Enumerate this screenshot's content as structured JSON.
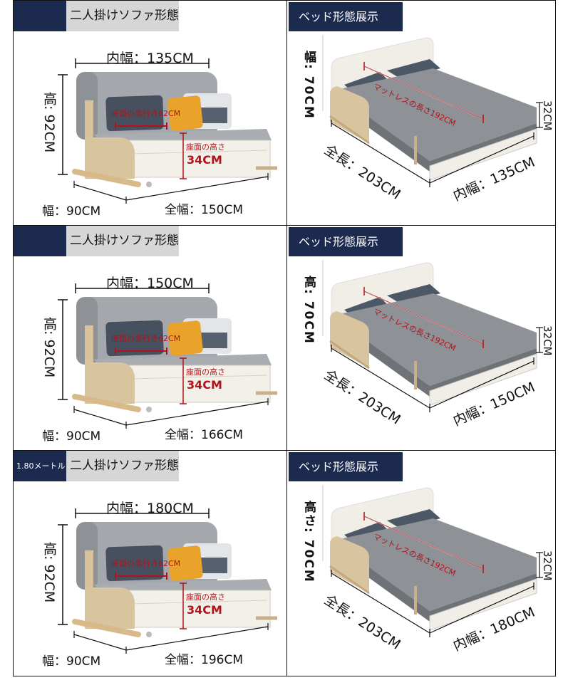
{
  "rows": [
    {
      "sofa": {
        "tag": "",
        "title": "二人掛けソファ形態",
        "inner_width": "内幅：135CM",
        "height": "高: 92CM",
        "seat_depth": "座面の奥行き62CM",
        "seat_height_label": "座面の高さ",
        "seat_height": "34CM",
        "depth": "幅：90CM",
        "total_width": "全幅：150CM"
      },
      "bed": {
        "title": "ベッド形態展示",
        "side_label": "幅: 70CM",
        "mattress": "マットレスの長さ192CM",
        "bed_height": "32CM",
        "length": "全長：203CM",
        "inner_width": "内幅：135CM"
      }
    },
    {
      "sofa": {
        "tag": "",
        "title": "二人掛けソファ形態",
        "inner_width": "内幅：150CM",
        "height": "高: 92CM",
        "seat_depth": "座面の奥行き62CM",
        "seat_height_label": "座面の高さ",
        "seat_height": "34CM",
        "depth": "幅：90CM",
        "total_width": "全幅：166CM"
      },
      "bed": {
        "title": "ベッド形態展示",
        "side_label": "高: 70CM",
        "mattress": "マットレスの長さ192CM",
        "bed_height": "32CM",
        "length": "全長：203CM",
        "inner_width": "内幅：150CM"
      }
    },
    {
      "sofa": {
        "tag": "1.80メートル",
        "title": "二人掛けソファ形態",
        "inner_width": "内幅：180CM",
        "height": "高: 92CM",
        "seat_depth": "座面の奥行き62CM",
        "seat_height_label": "座面の高さ",
        "seat_height": "34CM",
        "depth": "幅：90CM",
        "total_width": "全幅：196CM"
      },
      "bed": {
        "title": "ベッド形態展示",
        "side_label": "高さ: 70CM",
        "mattress": "マットレスの長さ192CM",
        "bed_height": "32CM",
        "length": "全長：203CM",
        "inner_width": "内幅：180CM"
      }
    }
  ],
  "colors": {
    "navy": "#1c2a4f",
    "header_gray": "#d6d6d6",
    "dimension_red": "#b3121a",
    "fabric_gray": "#8d9196",
    "wood": "#d8c3a0"
  }
}
